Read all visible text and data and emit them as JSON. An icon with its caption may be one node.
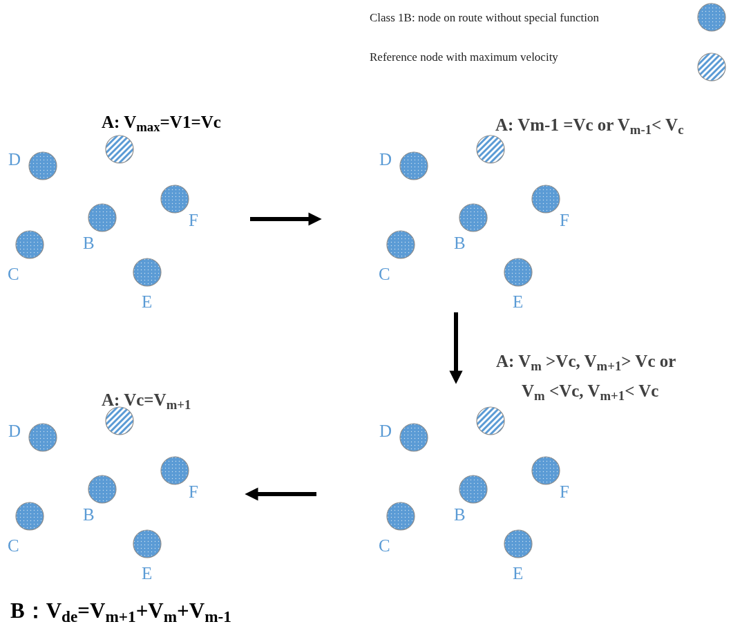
{
  "diagram": {
    "nodes": [
      {
        "text": [],
        "shape": "circle"
      },
      {
        "text": [],
        "shape": "circle",
        "beside": [
          "D"
        ]
      },
      {
        "text": [],
        "shape": "circle",
        "beside": [
          "F"
        ]
      },
      {
        "text": [],
        "shape": "circle",
        "beside": [
          "B"
        ]
      },
      {
        "text": [],
        "shape": "circle",
        "beside": [
          "C"
        ]
      },
      {
        "text": [],
        "shape": "circle",
        "beside": [
          "E"
        ]
      },
      {
        "text": [],
        "shape": "circle"
      },
      {
        "text": [],
        "shape": "circle",
        "beside": [
          "D"
        ]
      },
      {
        "text": [],
        "shape": "circle",
        "beside": [
          "F"
        ]
      },
      {
        "text": [],
        "shape": "circle",
        "beside": [
          "B"
        ]
      },
      {
        "text": [],
        "shape": "circle",
        "beside": [
          "C"
        ]
      },
      {
        "text": [],
        "shape": "circle",
        "beside": [
          "E"
        ]
      },
      {
        "text": [],
        "shape": "circle"
      },
      {
        "text": [],
        "shape": "circle",
        "beside": [
          "D"
        ]
      },
      {
        "text": [],
        "shape": "circle",
        "beside": [
          "F"
        ]
      },
      {
        "text": [],
        "shape": "circle",
        "beside": [
          "B"
        ]
      },
      {
        "text": [],
        "shape": "circle",
        "beside": [
          "C"
        ]
      },
      {
        "text": [],
        "shape": "circle",
        "beside": [
          "E"
        ]
      },
      {
        "text": [],
        "shape": "circle"
      },
      {
        "text": [],
        "shape": "circle",
        "beside": [
          "D"
        ]
      },
      {
        "text": [],
        "shape": "circle",
        "beside": [
          "F"
        ]
      },
      {
        "text": [],
        "shape": "circle",
        "beside": [
          "B"
        ]
      },
      {
        "text": [],
        "shape": "circle",
        "beside": [
          "C"
        ]
      },
      {
        "text": [],
        "shape": "circle",
        "beside": [
          "E"
        ]
      }
    ],
    "labels": [
      "A: V$_{max}$=V1=Vc",
      "A: Vm-1 =Vc or V$_{m-1}$< V$_{c}$",
      "A: V$_{m}$ >Vc, V$_{m+1}$> Vc or",
      "A: Vc=V$_{m+1}$",
      "V$_{m}$ <Vc, V$_{m+1}$< Vc",
      "B：V$_{de}$=V$_{m+1}$+V$_{m}$+V$_{m-1}$"
    ],
    "legend": [
      {
        "text": "Class 1B: node on route without special function"
      },
      {
        "text": "Reference node with maximum velocity"
      }
    ]
  }
}
